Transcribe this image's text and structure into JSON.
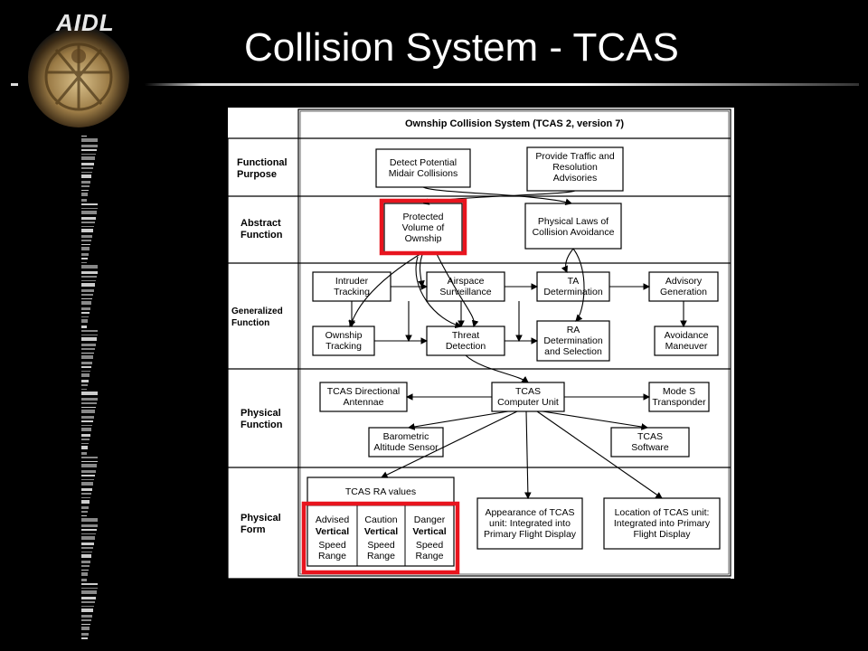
{
  "logo": {
    "text": "AIDL"
  },
  "page": {
    "title": "Collision System - TCAS"
  },
  "diagram": {
    "header": "Ownship Collision System (TCAS 2, version 7)",
    "rows": {
      "functional_purpose": "Functional\nPurpose",
      "abstract_function": "Abstract\nFunction",
      "generalized_function": "Generalized\nFunction",
      "physical_function": "Physical\nFunction",
      "physical_form": "Physical\nForm"
    },
    "boxes": {
      "detect": "Detect Potential\nMidair Collisions",
      "provide": "Provide Traffic and\nResolution\nAdvisories",
      "protected": "Protected\nVolume of\nOwnship",
      "laws": "Physical Laws of\nCollision Avoidance",
      "intruder": "Intruder\nTracking",
      "airspace": "Airspace\nSurveillance",
      "ta": "TA\nDetermination",
      "advisory": "Advisory\nGeneration",
      "ownship": "Ownship\nTracking",
      "threat": "Threat\nDetection",
      "ra": "RA\nDetermination\nand Selection",
      "avoidance": "Avoidance\nManeuver",
      "antennae": "TCAS Directional\nAntennae",
      "computer": "TCAS\nComputer Unit",
      "modes": "Mode S\nTransponder",
      "baro": "Barometric\nAltitude Sensor",
      "software": "TCAS\nSoftware",
      "ra_values": "TCAS RA values",
      "advised": "Advised",
      "caution": "Caution",
      "danger": "Danger",
      "vertical1": "Vertical",
      "vertical2": "Vertical",
      "vertical3": "Vertical",
      "speed1": "Speed\nRange",
      "speed2": "Speed\nRange",
      "speed3": "Speed\nRange",
      "appearance": "Appearance of TCAS\nunit: Integrated into\nPrimary Flight Display",
      "location": "Location of TCAS unit:\nIntegrated into Primary\nFlight Display"
    }
  },
  "colors": {
    "highlight": "#e8141e",
    "background": "#000000"
  }
}
